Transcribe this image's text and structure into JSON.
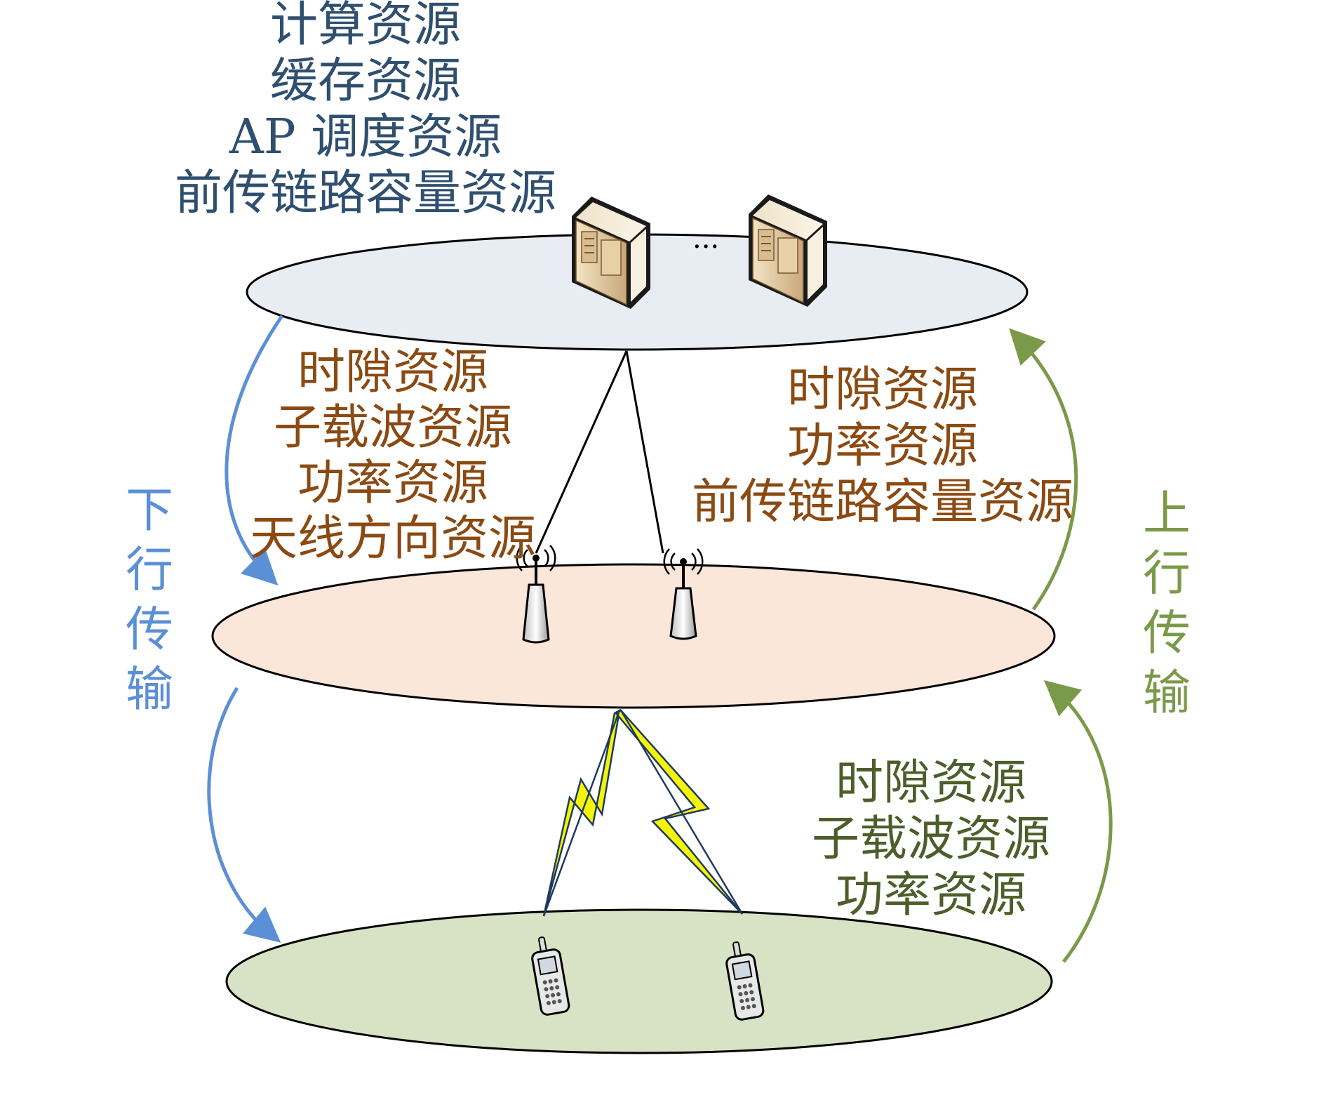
{
  "colors": {
    "cloud_layer": "#e8edf3",
    "ap_layer": "#fbe6da",
    "user_layer": "#d7e3c4",
    "downlink_arrow": "#5b8fd6",
    "uplink_arrow": "#7a9a4a",
    "lightning": "#f4f40a"
  },
  "cloud_resources": [
    "计算资源",
    "缓存资源",
    "AP 调度资源",
    "前传链路容量资源"
  ],
  "server_ellipsis": "···",
  "downlink_fronthaul_resources": [
    "时隙资源",
    "子载波资源",
    "功率资源",
    "天线方向资源"
  ],
  "uplink_fronthaul_resources": [
    "时隙资源",
    "功率资源",
    "前传链路容量资源"
  ],
  "uplink_access_resources": [
    "时隙资源",
    "子载波资源",
    "功率资源"
  ],
  "downlink_label": [
    "下",
    "行",
    "传",
    "输"
  ],
  "uplink_label": [
    "上",
    "行",
    "传",
    "输"
  ]
}
